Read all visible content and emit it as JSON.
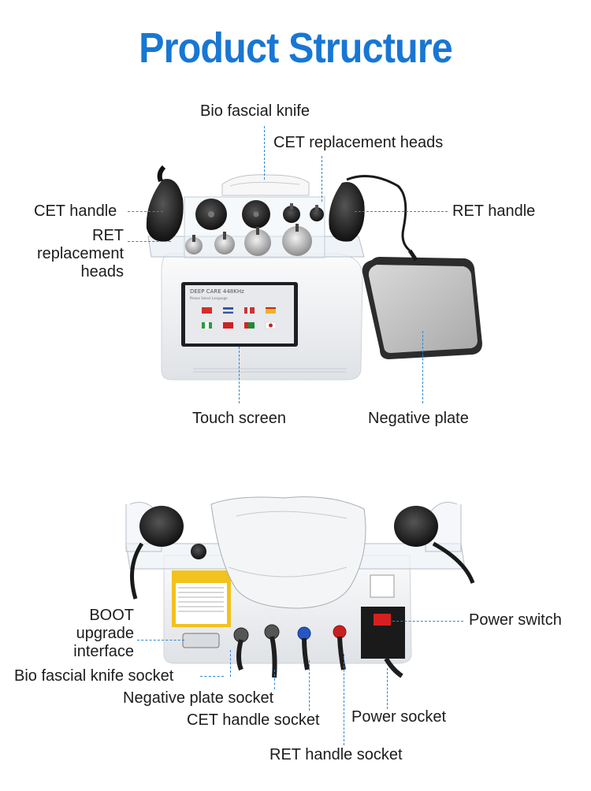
{
  "page": {
    "title": "Product Structure"
  },
  "top_labels": {
    "bio_fascial_knife": "Bio fascial knife",
    "cet_replacement_heads": "CET replacement heads",
    "cet_handle": "CET handle",
    "ret_handle": "RET handle",
    "ret_replacement_heads": "RET\nreplacement\nheads",
    "touch_screen": "Touch screen",
    "negative_plate": "Negative plate"
  },
  "screen": {
    "brand": "DEEP CARE 448KHz",
    "prompt": "Please Select Language"
  },
  "bottom_labels": {
    "boot_upgrade_interface": "BOOT\nupgrade\ninterface",
    "bio_fascial_knife_socket": "Bio fascial knife socket",
    "negative_plate_socket": "Negative plate socket",
    "cet_handle_socket": "CET handle socket",
    "ret_handle_socket": "RET handle socket",
    "power_switch": "Power switch",
    "power_socket": "Power socket"
  },
  "colors": {
    "title": "#1877d4",
    "leader": "#2b86d6",
    "device_white": "#f2f3f5",
    "handle_black": "#1a1a1a"
  }
}
